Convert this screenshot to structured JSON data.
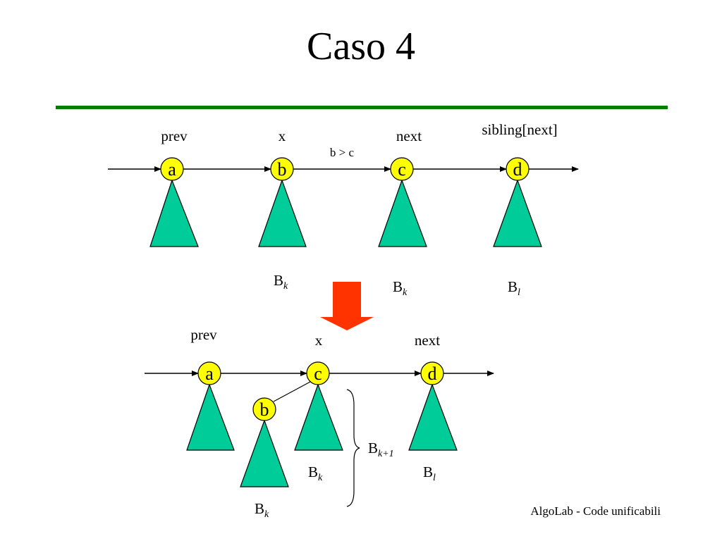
{
  "title": "Caso 4",
  "footer": "AlgoLab - Code unificabili",
  "colors": {
    "rule": "#008000",
    "node_fill": "#ffff00",
    "tree_fill": "#00cc99",
    "arrow_down": "#ff3300"
  },
  "top": {
    "labels": {
      "prev": "prev",
      "x": "x",
      "next": "next",
      "sibling": "sibling[next]",
      "condition": "b > c"
    },
    "nodes": [
      "a",
      "b",
      "c",
      "d"
    ],
    "tree_labels": [
      {
        "base": "B",
        "sub": "k"
      },
      {
        "base": "B",
        "sub": "k"
      },
      {
        "base": "B",
        "sub": "l"
      }
    ]
  },
  "bottom": {
    "labels": {
      "prev": "prev",
      "x": "x",
      "next": "next"
    },
    "nodes": [
      "a",
      "c",
      "d"
    ],
    "child_node": "b",
    "tree_labels": {
      "b": {
        "base": "B",
        "sub": "k"
      },
      "c": {
        "base": "B",
        "sub": "k"
      },
      "d": {
        "base": "B",
        "sub": "l"
      },
      "merged": {
        "base": "B",
        "sub": "k+1"
      }
    }
  }
}
